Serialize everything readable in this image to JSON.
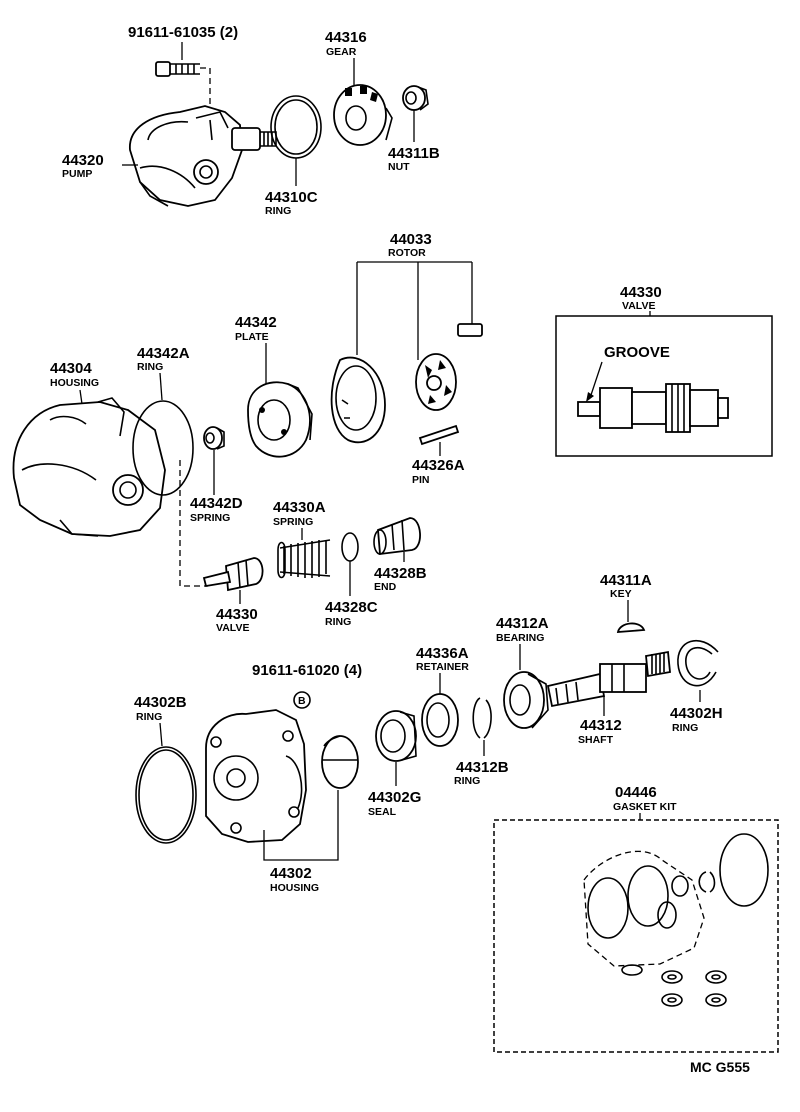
{
  "parts": {
    "bolt_pump": {
      "number": "91611-61035 (2)"
    },
    "gear": {
      "number": "44316",
      "name": "GEAR"
    },
    "pump": {
      "number": "44320",
      "name": "PUMP"
    },
    "ring_c": {
      "number": "44310C",
      "name": "RING"
    },
    "nut": {
      "number": "44311B",
      "name": "NUT"
    },
    "rotor": {
      "number": "44033",
      "name": "ROTOR"
    },
    "plate": {
      "number": "44342",
      "name": "PLATE"
    },
    "housing_front": {
      "number": "44304",
      "name": "HOUSING"
    },
    "ring_a": {
      "number": "44342A",
      "name": "RING"
    },
    "spring_d": {
      "number": "44342D",
      "name": "SPRING"
    },
    "spring_a": {
      "number": "44330A",
      "name": "SPRING"
    },
    "pin": {
      "number": "44326A",
      "name": "PIN"
    },
    "end": {
      "number": "44328B",
      "name": "END"
    },
    "ring_328c": {
      "number": "44328C",
      "name": "RING"
    },
    "valve": {
      "number": "44330",
      "name": "VALVE"
    },
    "valve_detail": {
      "number": "44330",
      "name": "VALVE",
      "callout": "GROOVE"
    },
    "key": {
      "number": "44311A",
      "name": "KEY"
    },
    "bearing": {
      "number": "44312A",
      "name": "BEARING"
    },
    "retainer": {
      "number": "44336A",
      "name": "RETAINER"
    },
    "bolt_housing": {
      "number": "91611-61020 (4)",
      "symbol": "B"
    },
    "ring_302b": {
      "number": "44302B",
      "name": "RING"
    },
    "shaft": {
      "number": "44312",
      "name": "SHAFT"
    },
    "ring_302h": {
      "number": "44302H",
      "name": "RING"
    },
    "ring_312b": {
      "number": "44312B",
      "name": "RING"
    },
    "seal": {
      "number": "44302G",
      "name": "SEAL"
    },
    "housing_rear": {
      "number": "44302",
      "name": "HOUSING"
    },
    "gasket_kit": {
      "number": "04446",
      "name": "GASKET KIT"
    }
  },
  "diagram_code": "MC G555"
}
